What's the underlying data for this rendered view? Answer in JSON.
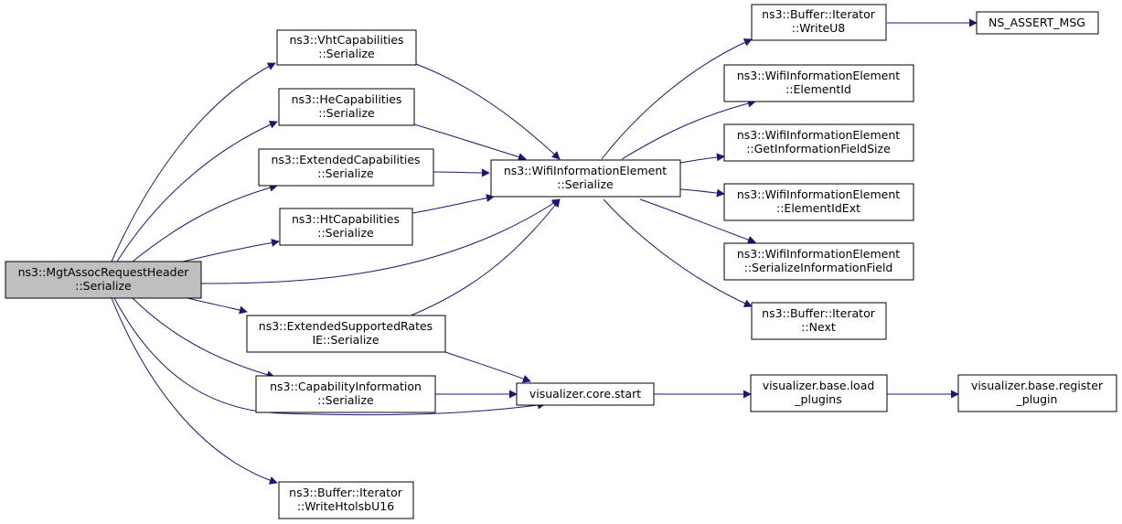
{
  "diagram": {
    "colors": {
      "edge": "#191970",
      "root_fill": "#bfbfbf",
      "node_fill": "#ffffff",
      "node_stroke": "#000000"
    },
    "nodes": {
      "root": [
        "ns3::MgtAssocRequestHeader",
        "::Serialize"
      ],
      "vht": [
        "ns3::VhtCapabilities",
        "::Serialize"
      ],
      "he": [
        "ns3::HeCapabilities",
        "::Serialize"
      ],
      "ext": [
        "ns3::ExtendedCapabilities",
        "::Serialize"
      ],
      "ht": [
        "ns3::HtCapabilities",
        "::Serialize"
      ],
      "esr": [
        "ns3::ExtendedSupportedRates",
        "IE::Serialize"
      ],
      "cap": [
        "ns3::CapabilityInformation",
        "::Serialize"
      ],
      "whb": [
        "ns3::Buffer::Iterator",
        "::WriteHtolsbU16"
      ],
      "wie": [
        "ns3::WifiInformationElement",
        "::Serialize"
      ],
      "vis": [
        "visualizer.core.start"
      ],
      "wu8": [
        "ns3::Buffer::Iterator",
        "::WriteU8"
      ],
      "eid": [
        "ns3::WifiInformationElement",
        "::ElementId"
      ],
      "gifs": [
        "ns3::WifiInformationElement",
        "::GetInformationFieldSize"
      ],
      "eidx": [
        "ns3::WifiInformationElement",
        "::ElementIdExt"
      ],
      "sif": [
        "ns3::WifiInformationElement",
        "::SerializeInformationField"
      ],
      "next": [
        "ns3::Buffer::Iterator",
        "::Next"
      ],
      "load": [
        "visualizer.base.load",
        "_plugins"
      ],
      "reg": [
        "visualizer.base.register",
        "_plugin"
      ],
      "assert": [
        "NS_ASSERT_MSG"
      ]
    }
  }
}
